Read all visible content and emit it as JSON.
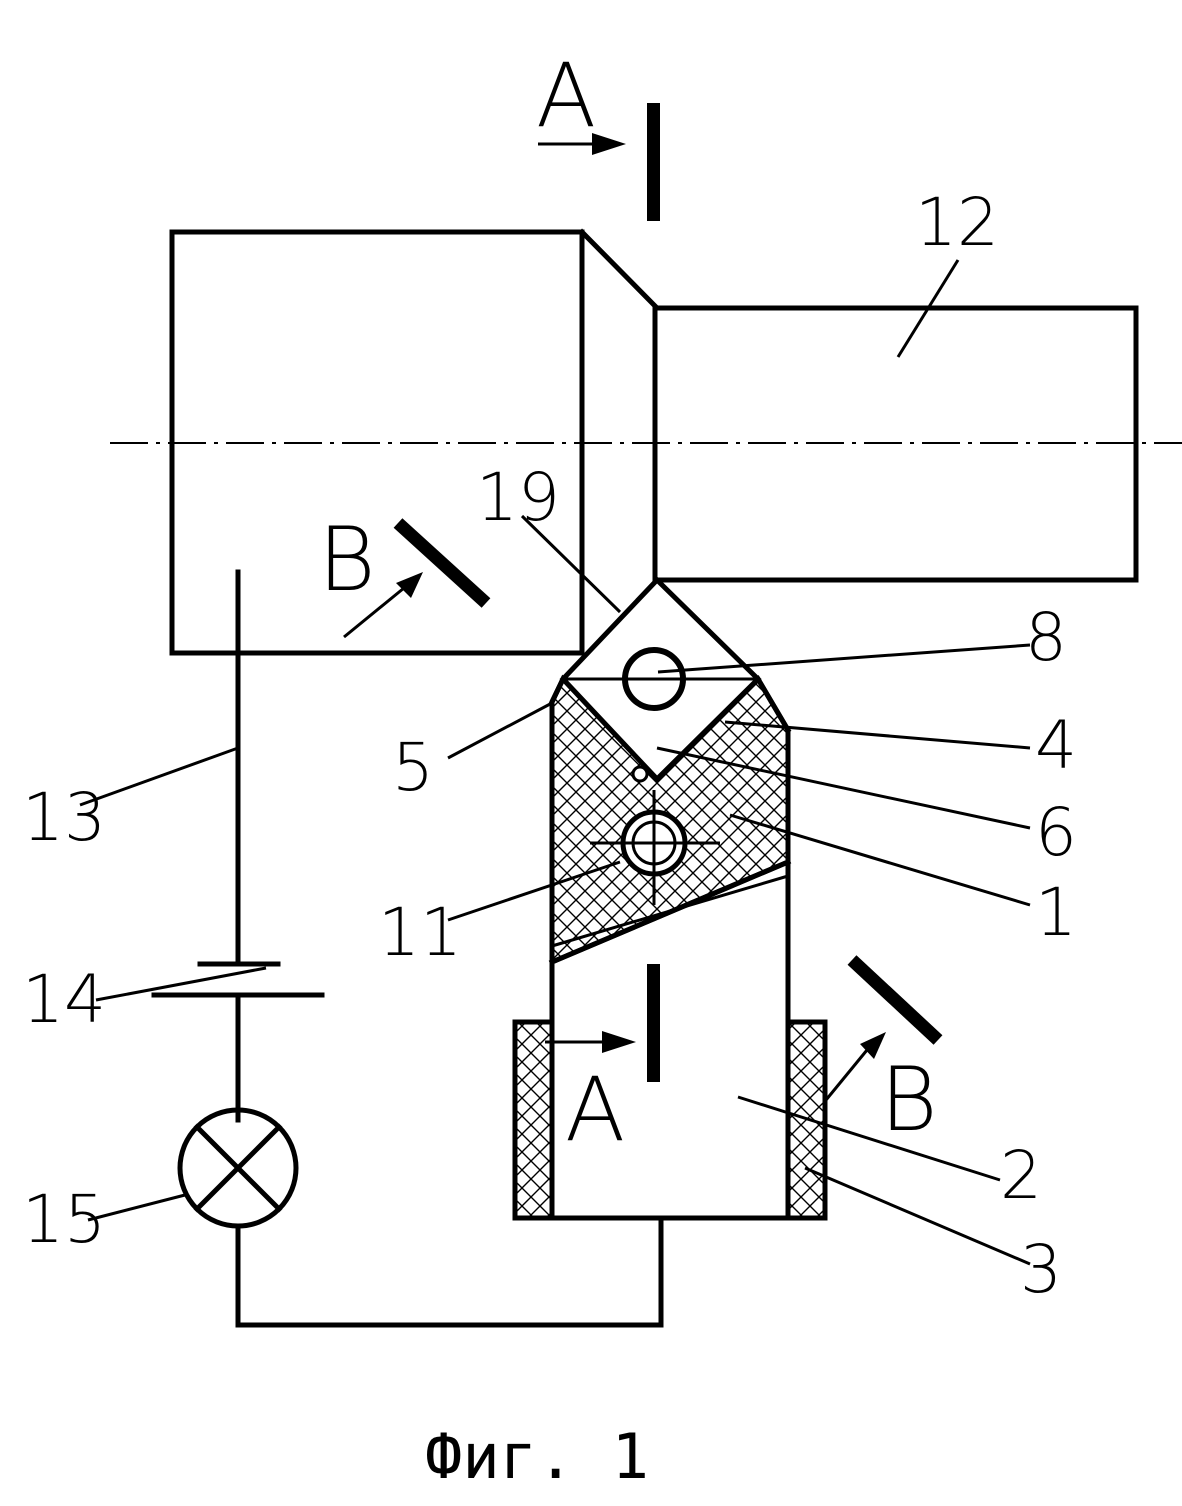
{
  "caption": "Фиг. 1",
  "section_a": "A",
  "section_b": "B",
  "labels": {
    "n1": "1",
    "n2": "2",
    "n3": "3",
    "n4": "4",
    "n5": "5",
    "n6": "6",
    "n8": "8",
    "n11": "11",
    "n12": "12",
    "n13": "13",
    "n14": "14",
    "n15": "15",
    "n19": "19"
  }
}
